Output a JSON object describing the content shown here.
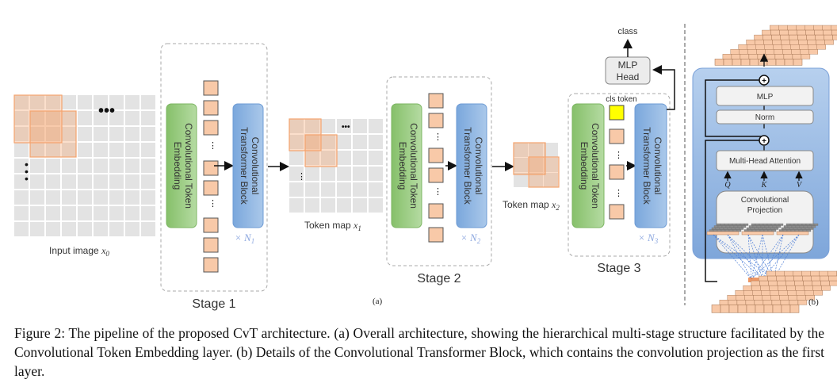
{
  "figure": {
    "panel_a_label": "(a)",
    "panel_b_label": "(b)",
    "input_label": "Input image",
    "input_var": "x",
    "input_sub": "0",
    "tokenmap1_label": "Token map",
    "tokenmap1_var": "x",
    "tokenmap1_sub": "1",
    "tokenmap2_label": "Token map",
    "tokenmap2_var": "x",
    "tokenmap2_sub": "2",
    "stages": [
      {
        "title": "Stage 1",
        "embed_line1": "Convolutional Token",
        "embed_line2": "Embedding",
        "block_line1": "Convolutional",
        "block_line2": "Transformer Block",
        "repeat": "× N",
        "repeat_sub": "1"
      },
      {
        "title": "Stage 2",
        "embed_line1": "Convolutional Token",
        "embed_line2": "Embedding",
        "block_line1": "Convolutional",
        "block_line2": "Transformer Block",
        "repeat": "× N",
        "repeat_sub": "2"
      },
      {
        "title": "Stage 3",
        "embed_line1": "Convolutional Token",
        "embed_line2": "Embedding",
        "block_line1": "Convolutional",
        "block_line2": "Transformer Block",
        "repeat": "× N",
        "repeat_sub": "3"
      }
    ],
    "cls_token_label": "cls token",
    "mlp_head_line1": "MLP",
    "mlp_head_line2": "Head",
    "class_label": "class",
    "block_detail": {
      "mlp": "MLP",
      "norm": "Norm",
      "mha": "Multi-Head Attention",
      "q": "Q",
      "k": "K",
      "v": "V",
      "conv_proj_line1": "Convolutional",
      "conv_proj_line2": "Projection",
      "plus": "+"
    },
    "colors": {
      "token": "#f8c9a8",
      "token_border": "#555555",
      "cls_token": "#ffff00",
      "embed_green": "#9ccc85",
      "block_blue": "#8fb5e0",
      "grid_gray": "#e3e3e3",
      "patch_orange": "#f4a36e",
      "repeat_text": "#8fa9e0"
    }
  },
  "caption": {
    "line1": "Figure 2: The pipeline of the proposed CvT architecture. (a) Overall architecture, showing the hierarchical multi-stage structure facilitated by the Convolutional Token Embedding layer. (b) Details of the Convolutional Transformer Block, which contains the convolution projection as the first layer."
  }
}
